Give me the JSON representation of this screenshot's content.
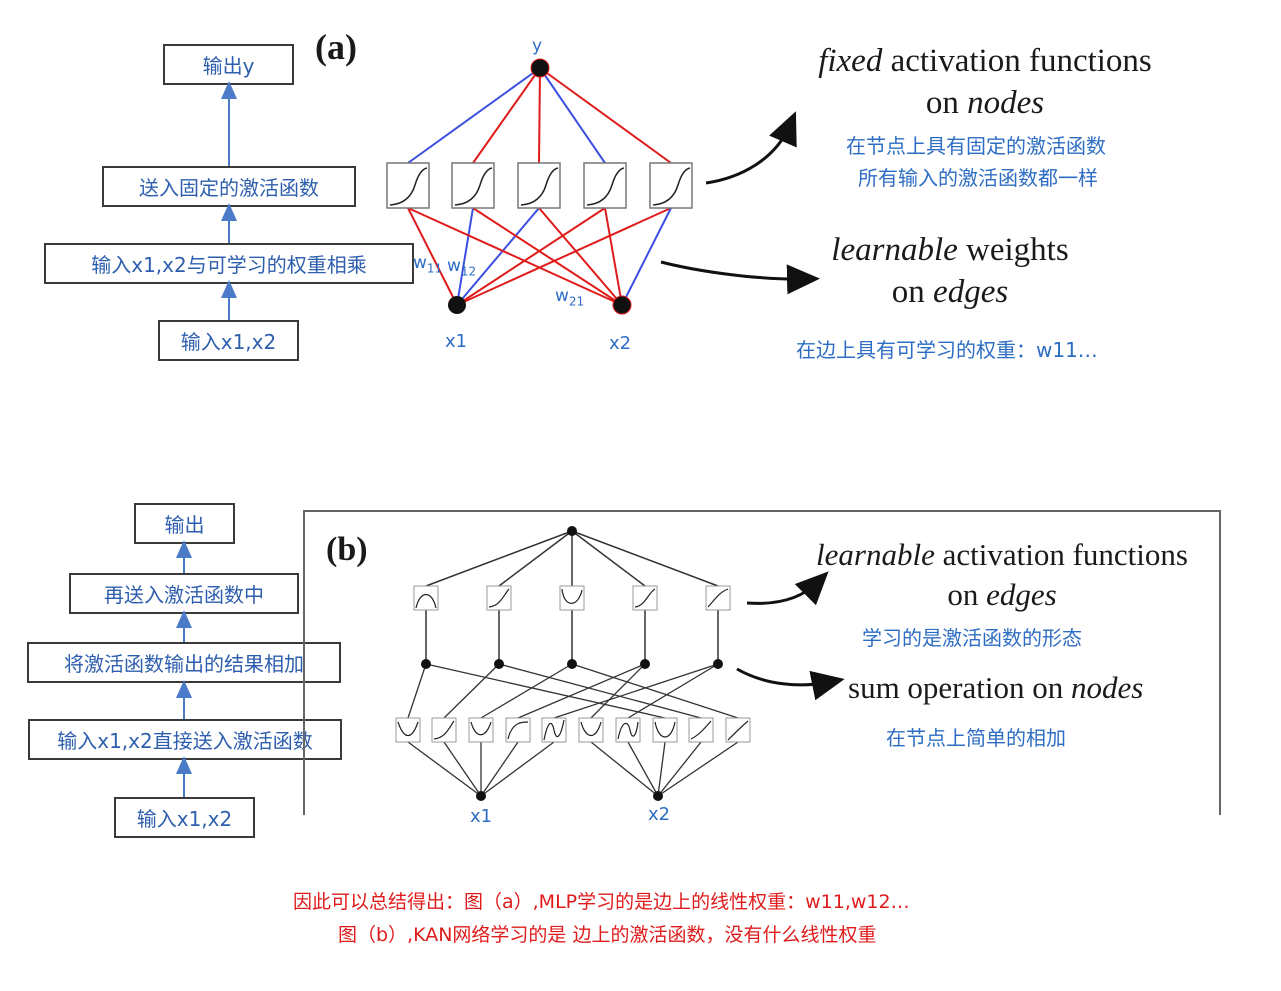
{
  "panel_a": {
    "label": "(a)",
    "flow_boxes": [
      "输出y",
      "送入固定的激活函数",
      "输入x1,x2与可学习的权重相乘",
      "输入x1,x2"
    ],
    "nodes": {
      "top": "y",
      "in1": "x1",
      "in2": "x2"
    },
    "weights": {
      "w11": "w",
      "w11_sub": "11",
      "w12": "w",
      "w12_sub": "12",
      "w21": "w",
      "w21_sub": "21"
    },
    "fixed_act": {
      "italic": "fixed",
      "rest": " activation functions",
      "line2_pre": "on ",
      "line2_italic": "nodes"
    },
    "fixed_act_cn": [
      "在节点上具有固定的激活函数",
      "所有输入的激活函数都一样"
    ],
    "learn_w": {
      "italic": "learnable",
      "rest": " weights",
      "line2_pre": "on ",
      "line2_italic": "edges"
    },
    "learn_w_cn": "在边上具有可学习的权重：w11…"
  },
  "panel_b": {
    "label": "(b)",
    "flow_boxes": [
      "输出",
      "再送入激活函数中",
      "将激活函数输出的结果相加",
      "输入x1,x2直接送入激活函数",
      "输入x1,x2"
    ],
    "nodes": {
      "in1": "x1",
      "in2": "x2"
    },
    "learn_act": {
      "italic": "learnable",
      "rest": " activation functions",
      "line2_pre": "on ",
      "line2_italic": "edges"
    },
    "learn_act_cn": "学习的是激活函数的形态",
    "sum_op": {
      "pre": "sum operation on ",
      "italic": "nodes"
    },
    "sum_op_cn": "在节点上简单的相加"
  },
  "conclusion": [
    "因此可以总结得出：图（a）,MLP学习的是边上的线性权重：w11,w12…",
    "图（b）,KAN网络学习的是 边上的激活函数，没有什么线性权重"
  ],
  "colors": {
    "box_text": "#2e5fae",
    "arrow": "#4a7ac8",
    "red": "#e01b1b",
    "blue_line": "#3b4fe0"
  }
}
